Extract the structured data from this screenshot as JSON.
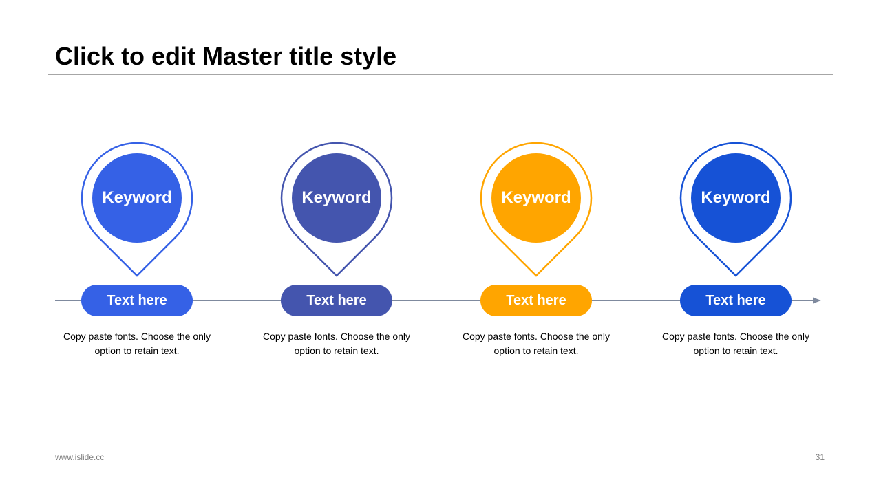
{
  "slide": {
    "title": "Click to edit Master title style",
    "footer_url": "www.islide.cc",
    "page_number": "31"
  },
  "timeline": {
    "line_color": "#7f8a9e",
    "steps": [
      {
        "keyword": "Keyword",
        "label": "Text here",
        "description": "Copy paste fonts. Choose the only option to retain text.",
        "color": "#3561e6"
      },
      {
        "keyword": "Keyword",
        "label": "Text here",
        "description": "Copy paste fonts. Choose the only option to retain text.",
        "color": "#4455ae"
      },
      {
        "keyword": "Keyword",
        "label": "Text here",
        "description": "Copy paste fonts. Choose the only option to retain text.",
        "color": "#ffa500"
      },
      {
        "keyword": "Keyword",
        "label": "Text here",
        "description": "Copy paste fonts. Choose the only option to retain text.",
        "color": "#1652d6"
      }
    ]
  }
}
